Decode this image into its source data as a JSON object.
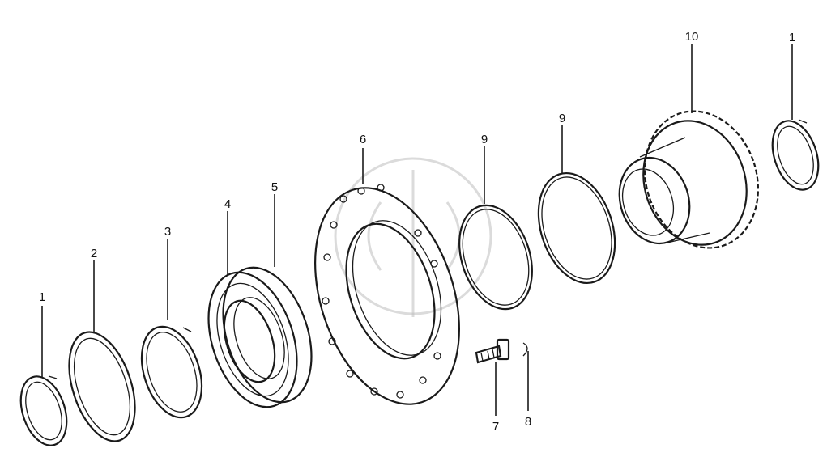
{
  "callouts": [
    {
      "id": "c1a",
      "label": "1"
    },
    {
      "id": "c2",
      "label": "2"
    },
    {
      "id": "c3",
      "label": "3"
    },
    {
      "id": "c4",
      "label": "4"
    },
    {
      "id": "c5",
      "label": "5"
    },
    {
      "id": "c6",
      "label": "6"
    },
    {
      "id": "c9a",
      "label": "9"
    },
    {
      "id": "c9b",
      "label": "9"
    },
    {
      "id": "c10",
      "label": "10"
    },
    {
      "id": "c1b",
      "label": "1"
    },
    {
      "id": "c7",
      "label": "7"
    },
    {
      "id": "c8",
      "label": "8"
    }
  ]
}
